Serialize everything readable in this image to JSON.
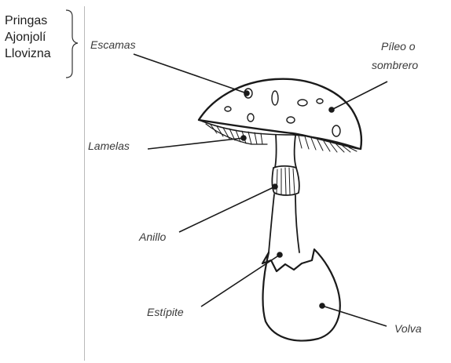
{
  "word_list": [
    "Pringas",
    "Ajonjolí",
    "Llovizna"
  ],
  "labels": {
    "escamas": "Escamas",
    "pileo_line1": "Píleo o",
    "pileo_line2": "sombrero",
    "lamelas": "Lamelas",
    "anillo": "Anillo",
    "estipite": "Estípite",
    "volva": "Volva"
  },
  "icons": {
    "bracket": "curly-brace-icon",
    "mushroom": "mushroom-icon"
  },
  "colors": {
    "ink": "#1a1a1a",
    "label": "#3a3a3a",
    "divider": "#b9b9b9"
  }
}
